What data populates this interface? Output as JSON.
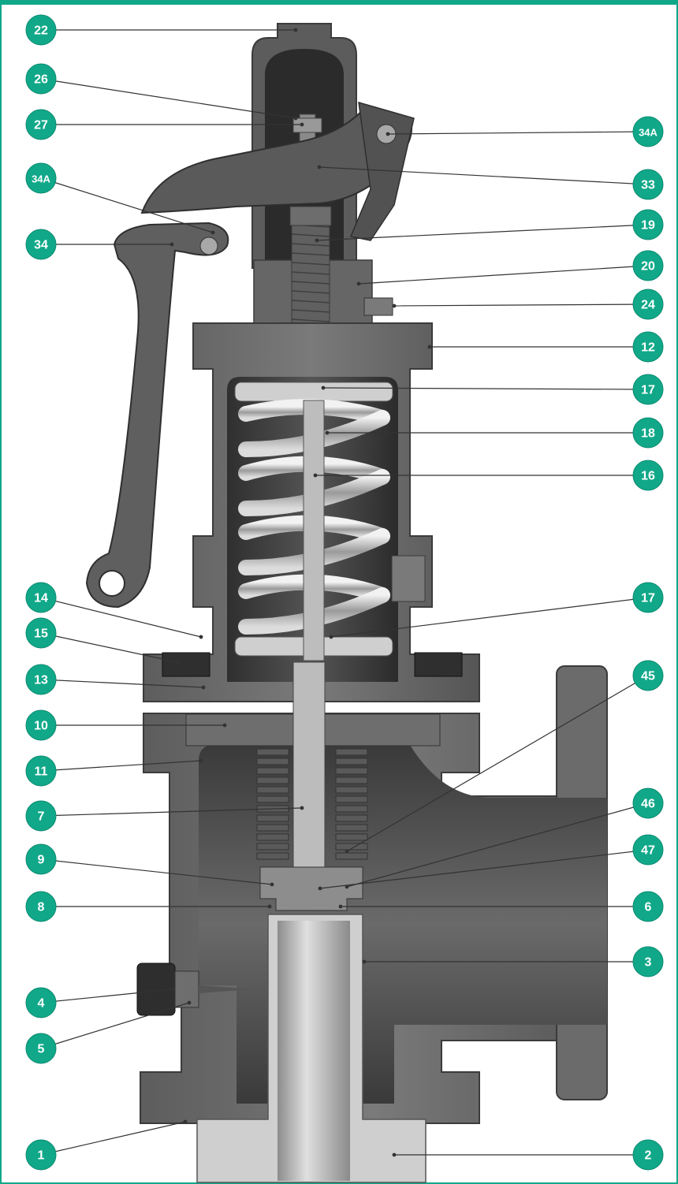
{
  "colors": {
    "badge": "#10a889",
    "badge_text": "#ffffff",
    "frame": "#10a889"
  },
  "callouts": [
    {
      "label": "22"
    },
    {
      "label": "26"
    },
    {
      "label": "27"
    },
    {
      "label": "34A"
    },
    {
      "label": "34"
    },
    {
      "label": "14"
    },
    {
      "label": "15"
    },
    {
      "label": "13"
    },
    {
      "label": "10"
    },
    {
      "label": "11"
    },
    {
      "label": "7"
    },
    {
      "label": "9"
    },
    {
      "label": "8"
    },
    {
      "label": "4"
    },
    {
      "label": "5"
    },
    {
      "label": "1"
    },
    {
      "label": "34A"
    },
    {
      "label": "33"
    },
    {
      "label": "19"
    },
    {
      "label": "20"
    },
    {
      "label": "24"
    },
    {
      "label": "12"
    },
    {
      "label": "17"
    },
    {
      "label": "18"
    },
    {
      "label": "16"
    },
    {
      "label": "17"
    },
    {
      "label": "45"
    },
    {
      "label": "46"
    },
    {
      "label": "47"
    },
    {
      "label": "6"
    },
    {
      "label": "3"
    },
    {
      "label": "2"
    }
  ]
}
